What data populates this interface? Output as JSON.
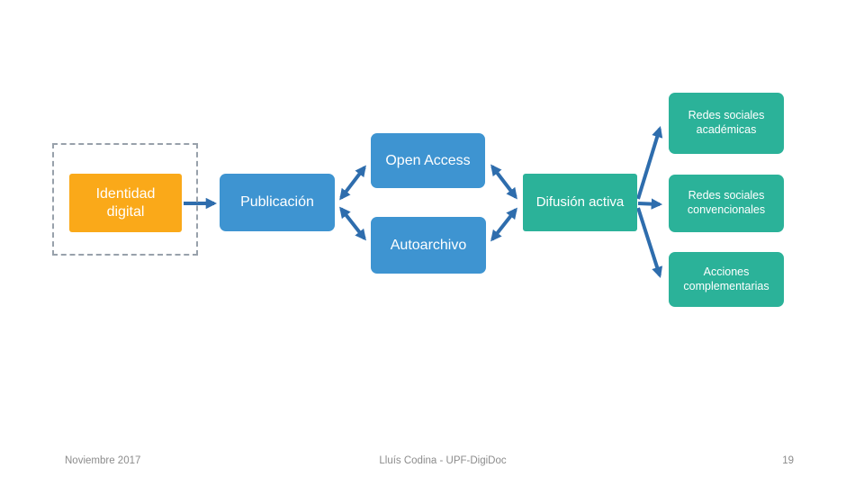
{
  "slide": {
    "footer": {
      "date": "Noviembre 2017",
      "credit": "Lluís Codina - UPF-DigiDoc",
      "page_number": "19"
    }
  },
  "diagram": {
    "nodes": {
      "identidad": {
        "label": "Identidad digital",
        "color": "#FAA919"
      },
      "publicacion": {
        "label": "Publicación",
        "color": "#3E94D1"
      },
      "open_access": {
        "label": "Open Access",
        "color": "#3E94D1"
      },
      "autoarchivo": {
        "label": "Autoarchivo",
        "color": "#3E94D1"
      },
      "difusion": {
        "label": "Difusión activa",
        "color": "#2BB299"
      },
      "redes_academicas": {
        "label": "Redes sociales académicas",
        "color": "#2BB299"
      },
      "redes_convencionales": {
        "label": "Redes sociales convencionales",
        "color": "#2BB299"
      },
      "acciones": {
        "label": "Acciones complementarias",
        "color": "#2BB299"
      }
    },
    "connections": [
      {
        "from": "identidad",
        "to": "publicacion",
        "arrows": "single"
      },
      {
        "from": "publicacion",
        "to": "open_access",
        "arrows": "double"
      },
      {
        "from": "publicacion",
        "to": "autoarchivo",
        "arrows": "double"
      },
      {
        "from": "open_access",
        "to": "difusion",
        "arrows": "double"
      },
      {
        "from": "autoarchivo",
        "to": "difusion",
        "arrows": "double"
      },
      {
        "from": "difusion",
        "to": "redes_academicas",
        "arrows": "single"
      },
      {
        "from": "difusion",
        "to": "redes_convencionales",
        "arrows": "single"
      },
      {
        "from": "difusion",
        "to": "acciones",
        "arrows": "single"
      }
    ],
    "styles": {
      "arrow_color": "#2E6DAD",
      "dashed_border_color": "#98A1AB",
      "footer_text_color": "#8C8C8C",
      "background_color": "#FFFFFF"
    }
  }
}
